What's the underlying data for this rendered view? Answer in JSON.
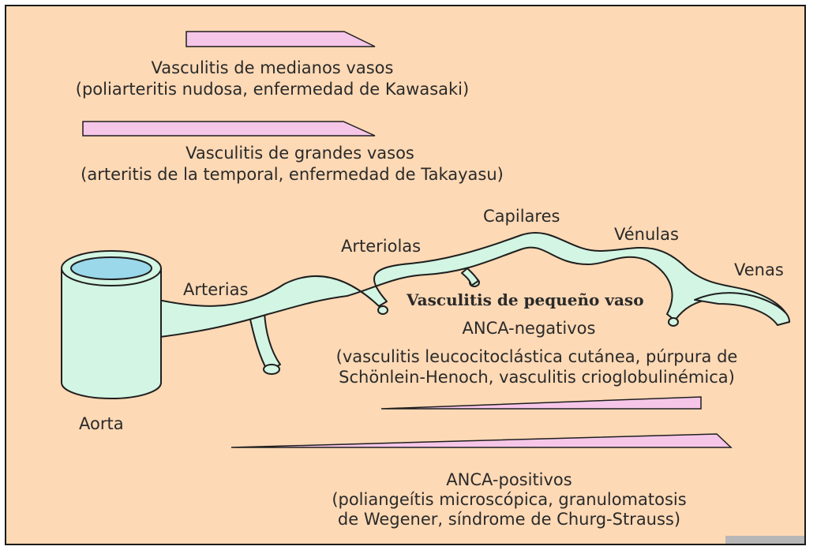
{
  "medium_vessels": {
    "title": "Vasculitis de medianos vasos",
    "examples": "(poliarteritis nudosa, enfermedad de Kawasaki)"
  },
  "large_vessels": {
    "title": "Vasculitis de grandes vasos",
    "examples": "(arteritis de la temporal, enfermedad de Takayasu)"
  },
  "vessels": {
    "aorta": "Aorta",
    "arterias": "Arterias",
    "arteriolas": "Arteriolas",
    "capilares": "Capilares",
    "venulas": "Vénulas",
    "venas": "Venas"
  },
  "small_vessel": {
    "title": "Vasculitis de pequeño vaso",
    "anca_negative": "ANCA-negativos",
    "anca_negative_examples_1": "(vasculitis leucocitoclástica cutánea, púrpura de",
    "anca_negative_examples_2": "Schönlein-Henoch, vasculitis crioglobulinémica)",
    "anca_positive": "ANCA-positivos",
    "anca_positive_examples_1": "(poliangeítis microscópica, granulomatosis",
    "anca_positive_examples_2": "de Wegener, síndrome de Churg-Strauss)"
  },
  "colors": {
    "background": "#fdd9b5",
    "vessel_fill": "#d3f5e3",
    "vessel_lumen": "#9ad8ea",
    "wedge_fill": "#f6c6e8",
    "outline": "#1f1f1f"
  }
}
